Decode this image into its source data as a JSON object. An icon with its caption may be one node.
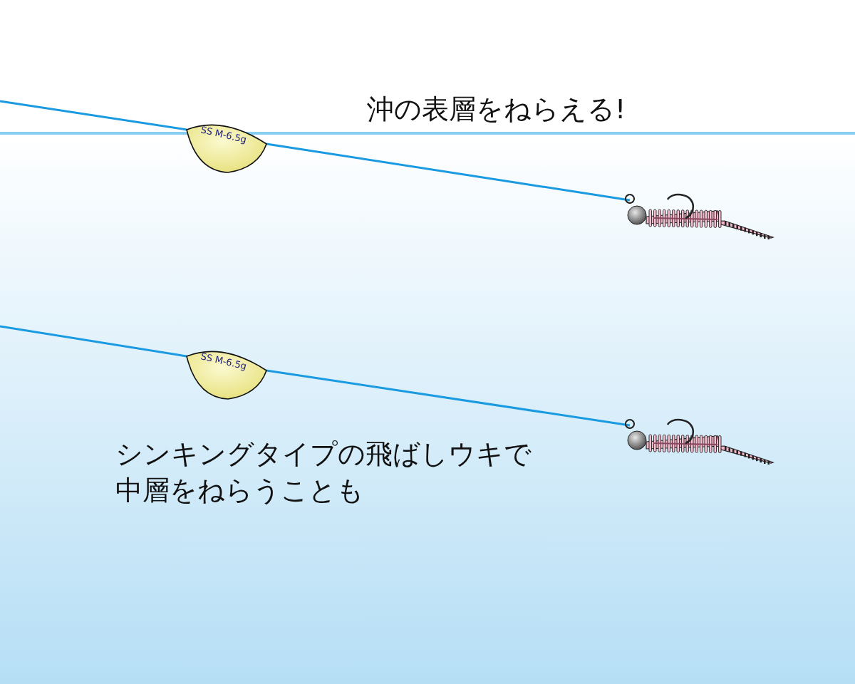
{
  "diagram": {
    "nodes": [
      {
        "text": [
          "SS M-6.5g"
        ]
      },
      {
        "text": [],
        "shape": "picture"
      },
      {
        "text": [
          "SS M-6.5g"
        ]
      },
      {
        "text": [],
        "shape": "picture"
      }
    ],
    "edges": [
      {
        "from": null,
        "to": 0,
        "arrow": "none"
      },
      {
        "from": 0,
        "to": 1,
        "arrow": "none"
      },
      {
        "from": null,
        "to": 2,
        "arrow": "none"
      },
      {
        "from": 2,
        "to": 3,
        "arrow": "none"
      }
    ],
    "labels": [
      "沖の表層をねらえる!",
      "シンキングタイプの飛ばしウキで中層をねらうことも"
    ]
  }
}
